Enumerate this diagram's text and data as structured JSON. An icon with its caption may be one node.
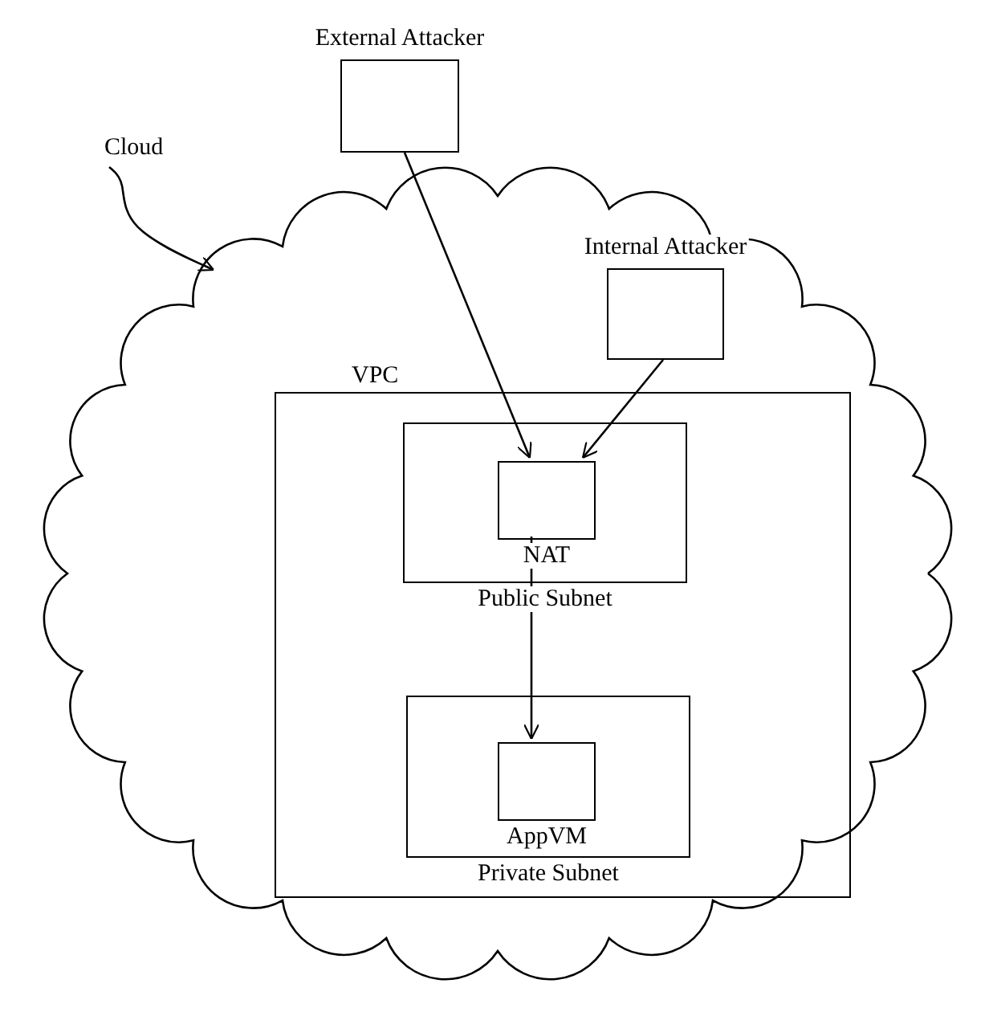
{
  "diagram": {
    "nodes": [
      {
        "text": [
          "Cloud"
        ]
      },
      {
        "text": [],
        "shape": "cloud"
      },
      {
        "text": [
          "External Attacker"
        ]
      },
      {
        "text": [
          "Internal Attacker"
        ],
        "in": 1
      },
      {
        "text": [
          "VPC"
        ],
        "in": 1
      },
      {
        "text": [
          "Public Subnet"
        ],
        "in": 4
      },
      {
        "text": [
          "NAT"
        ],
        "in": 5
      },
      {
        "text": [
          "Private Subnet"
        ],
        "in": 4
      },
      {
        "text": [
          "AppVM"
        ],
        "in": 7
      }
    ],
    "edges": [
      {
        "from": 0,
        "to": 1,
        "arrow": "to"
      },
      {
        "from": 2,
        "to": 6,
        "arrow": "to"
      },
      {
        "from": 3,
        "to": 6,
        "arrow": "to"
      },
      {
        "from": 6,
        "to": 8,
        "arrow": "to"
      }
    ]
  }
}
